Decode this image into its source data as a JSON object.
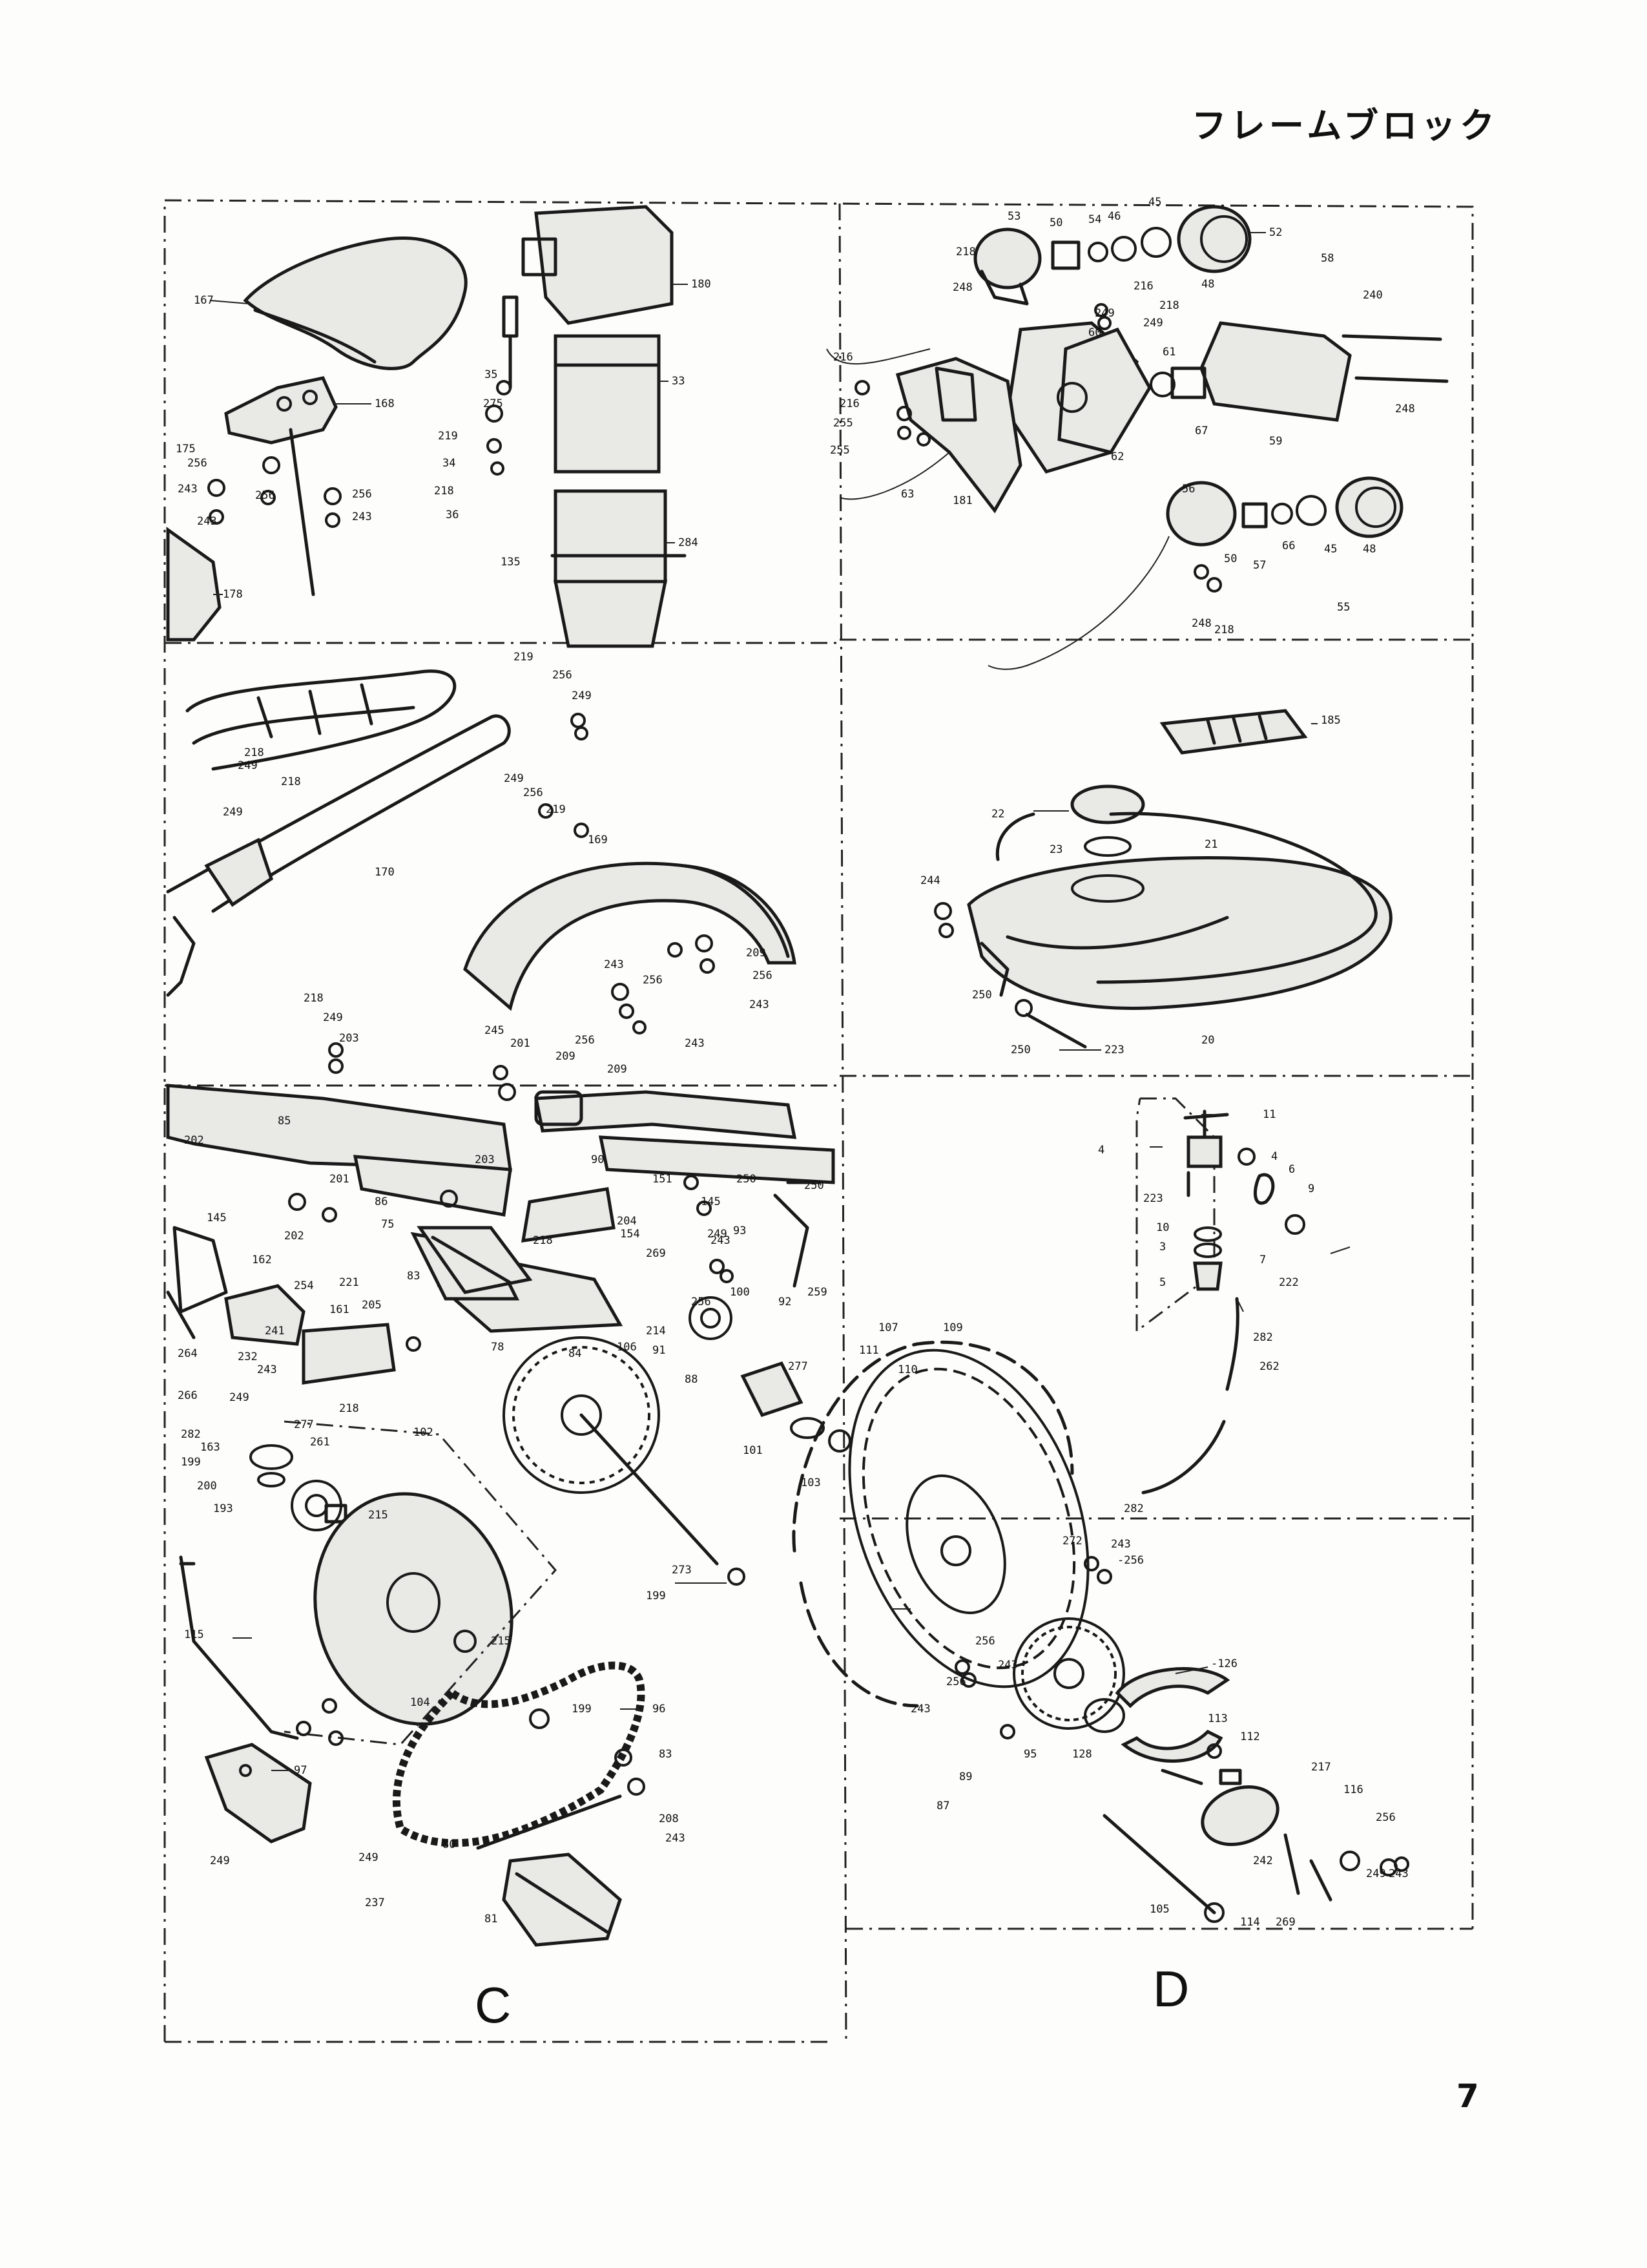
{
  "header": {
    "title": "フレームブロック"
  },
  "footer": {
    "page_number": "7"
  },
  "sections": {
    "left": "C",
    "right": "D"
  },
  "callouts": [
    {
      "id": "seat",
      "label": "167"
    },
    {
      "id": "bracket",
      "label": "168"
    },
    {
      "id": "l175",
      "label": "175"
    },
    {
      "id": "l256a",
      "label": "256"
    },
    {
      "id": "l256b",
      "label": "256"
    },
    {
      "id": "l243a",
      "label": "243"
    },
    {
      "id": "l243b",
      "label": "243"
    },
    {
      "id": "l256c",
      "label": "256"
    },
    {
      "id": "l243c",
      "label": "243"
    },
    {
      "id": "frame-rear",
      "label": "178"
    },
    {
      "id": "battery-case",
      "label": "180"
    },
    {
      "id": "fuse",
      "label": "35"
    },
    {
      "id": "battery",
      "label": "33"
    },
    {
      "id": "l275",
      "label": "275"
    },
    {
      "id": "l219a",
      "label": "219"
    },
    {
      "id": "l34",
      "label": "34"
    },
    {
      "id": "l218a",
      "label": "218"
    },
    {
      "id": "l36",
      "label": "36"
    },
    {
      "id": "l135",
      "label": "135"
    },
    {
      "id": "toolbox",
      "label": "284"
    },
    {
      "id": "l53",
      "label": "53"
    },
    {
      "id": "l50a",
      "label": "50"
    },
    {
      "id": "l54",
      "label": "54"
    },
    {
      "id": "l46",
      "label": "46"
    },
    {
      "id": "l45a",
      "label": "45"
    },
    {
      "id": "l52",
      "label": "52"
    },
    {
      "id": "l218b",
      "label": "218"
    },
    {
      "id": "l248a",
      "label": "248"
    },
    {
      "id": "l48a",
      "label": "48"
    },
    {
      "id": "l58",
      "label": "58"
    },
    {
      "id": "l216a",
      "label": "216"
    },
    {
      "id": "l249a",
      "label": "249"
    },
    {
      "id": "l218c",
      "label": "218"
    },
    {
      "id": "l249b",
      "label": "249"
    },
    {
      "id": "l240",
      "label": "240"
    },
    {
      "id": "l60",
      "label": "60"
    },
    {
      "id": "l61",
      "label": "61"
    },
    {
      "id": "l216b",
      "label": "216"
    },
    {
      "id": "l216c",
      "label": "216"
    },
    {
      "id": "l255a",
      "label": "255"
    },
    {
      "id": "l255b",
      "label": "255"
    },
    {
      "id": "l63",
      "label": "63"
    },
    {
      "id": "l181",
      "label": "181"
    },
    {
      "id": "l62",
      "label": "62"
    },
    {
      "id": "l67",
      "label": "67"
    },
    {
      "id": "l59",
      "label": "59"
    },
    {
      "id": "l248b",
      "label": "248"
    },
    {
      "id": "l56",
      "label": "56"
    },
    {
      "id": "l50b",
      "label": "50"
    },
    {
      "id": "l57",
      "label": "57"
    },
    {
      "id": "l66",
      "label": "66"
    },
    {
      "id": "l45b",
      "label": "45"
    },
    {
      "id": "l48b",
      "label": "48"
    },
    {
      "id": "l248c",
      "label": "248"
    },
    {
      "id": "l218d",
      "label": "218"
    },
    {
      "id": "l55",
      "label": "55"
    },
    {
      "id": "l219b",
      "label": "219"
    },
    {
      "id": "l256d",
      "label": "256"
    },
    {
      "id": "l249c",
      "label": "249"
    },
    {
      "id": "l218e",
      "label": "218"
    },
    {
      "id": "l249d",
      "label": "249"
    },
    {
      "id": "l218f",
      "label": "218"
    },
    {
      "id": "l249e",
      "label": "249"
    },
    {
      "id": "l249f",
      "label": "249"
    },
    {
      "id": "l256e",
      "label": "256"
    },
    {
      "id": "l219c",
      "label": "219"
    },
    {
      "id": "l170",
      "label": "170"
    },
    {
      "id": "l169",
      "label": "169"
    },
    {
      "id": "l185",
      "label": "185"
    },
    {
      "id": "l22",
      "label": "22"
    },
    {
      "id": "l21",
      "label": "21"
    },
    {
      "id": "l23",
      "label": "23"
    },
    {
      "id": "l244",
      "label": "244"
    },
    {
      "id": "l209a",
      "label": "209"
    },
    {
      "id": "l256f",
      "label": "256"
    },
    {
      "id": "l243d",
      "label": "243"
    },
    {
      "id": "l243e",
      "label": "243"
    },
    {
      "id": "l256g",
      "label": "256"
    },
    {
      "id": "l250a",
      "label": "250"
    },
    {
      "id": "l218g",
      "label": "218"
    },
    {
      "id": "l249g",
      "label": "249"
    },
    {
      "id": "l203a",
      "label": "203"
    },
    {
      "id": "l209b",
      "label": "209"
    },
    {
      "id": "l256h",
      "label": "256"
    },
    {
      "id": "l243f",
      "label": "243"
    },
    {
      "id": "l245",
      "label": "245"
    },
    {
      "id": "l201a",
      "label": "201"
    },
    {
      "id": "l209c",
      "label": "209"
    },
    {
      "id": "l20",
      "label": "20"
    },
    {
      "id": "l250b",
      "label": "250"
    },
    {
      "id": "l223a",
      "label": "223"
    },
    {
      "id": "l11",
      "label": "11"
    },
    {
      "id": "l4a",
      "label": "4"
    },
    {
      "id": "l4b",
      "label": "4"
    },
    {
      "id": "l6",
      "label": "6"
    },
    {
      "id": "l9",
      "label": "9"
    },
    {
      "id": "l223b",
      "label": "223"
    },
    {
      "id": "l10",
      "label": "10"
    },
    {
      "id": "l3",
      "label": "3"
    },
    {
      "id": "l7",
      "label": "7"
    },
    {
      "id": "l5",
      "label": "5"
    },
    {
      "id": "l222",
      "label": "222"
    },
    {
      "id": "l85",
      "label": "85"
    },
    {
      "id": "l202a",
      "label": "202"
    },
    {
      "id": "l90",
      "label": "90"
    },
    {
      "id": "l201b",
      "label": "201"
    },
    {
      "id": "l86",
      "label": "86"
    },
    {
      "id": "l202b",
      "label": "202"
    },
    {
      "id": "l203b",
      "label": "203"
    },
    {
      "id": "l249h",
      "label": "249"
    },
    {
      "id": "l151",
      "label": "151"
    },
    {
      "id": "l145a",
      "label": "145"
    },
    {
      "id": "l250c",
      "label": "250"
    },
    {
      "id": "l250d",
      "label": "250"
    },
    {
      "id": "l93",
      "label": "93"
    },
    {
      "id": "l145b",
      "label": "145"
    },
    {
      "id": "l75",
      "label": "75"
    },
    {
      "id": "l218h",
      "label": "218"
    },
    {
      "id": "l204",
      "label": "204"
    },
    {
      "id": "l154",
      "label": "154"
    },
    {
      "id": "l269a",
      "label": "269"
    },
    {
      "id": "l249i",
      "label": "249"
    },
    {
      "id": "l243g",
      "label": "243"
    },
    {
      "id": "l92",
      "label": "92"
    },
    {
      "id": "l259",
      "label": "259"
    },
    {
      "id": "l162",
      "label": "162"
    },
    {
      "id": "l221",
      "label": "221"
    },
    {
      "id": "l83a",
      "label": "83"
    },
    {
      "id": "l254",
      "label": "254"
    },
    {
      "id": "l161",
      "label": "161"
    },
    {
      "id": "l205",
      "label": "205"
    },
    {
      "id": "l78",
      "label": "78"
    },
    {
      "id": "l84",
      "label": "84"
    },
    {
      "id": "l256i",
      "label": "256"
    },
    {
      "id": "l100",
      "label": "100"
    },
    {
      "id": "l214",
      "label": "214"
    },
    {
      "id": "l106",
      "label": "106"
    },
    {
      "id": "l91",
      "label": "91"
    },
    {
      "id": "l107",
      "label": "107"
    },
    {
      "id": "l109",
      "label": "109"
    },
    {
      "id": "l111",
      "label": "111"
    },
    {
      "id": "l110",
      "label": "110"
    },
    {
      "id": "l282a",
      "label": "282"
    },
    {
      "id": "l262",
      "label": "262"
    },
    {
      "id": "l241",
      "label": "241"
    },
    {
      "id": "l264",
      "label": "264"
    },
    {
      "id": "l232",
      "label": "232"
    },
    {
      "id": "l243h",
      "label": "243"
    },
    {
      "id": "l218i",
      "label": "218"
    },
    {
      "id": "l266",
      "label": "266"
    },
    {
      "id": "l249j",
      "label": "249"
    },
    {
      "id": "l277a",
      "label": "277"
    },
    {
      "id": "l261",
      "label": "261"
    },
    {
      "id": "l282b",
      "label": "282"
    },
    {
      "id": "l163",
      "label": "163"
    },
    {
      "id": "l199a",
      "label": "199"
    },
    {
      "id": "l200",
      "label": "200"
    },
    {
      "id": "l193",
      "label": "193"
    },
    {
      "id": "l215a",
      "label": "215"
    },
    {
      "id": "l102",
      "label": "102"
    },
    {
      "id": "l88",
      "label": "88"
    },
    {
      "id": "l277b",
      "label": "277"
    },
    {
      "id": "l101",
      "label": "101"
    },
    {
      "id": "l103",
      "label": "103"
    },
    {
      "id": "l282c",
      "label": "282"
    },
    {
      "id": "l272",
      "label": "272"
    },
    {
      "id": "l243i",
      "label": "243"
    },
    {
      "id": "l256j",
      "label": "-256"
    },
    {
      "id": "l273",
      "label": "273"
    },
    {
      "id": "l199b",
      "label": "199"
    },
    {
      "id": "l115",
      "label": "115"
    },
    {
      "id": "l215b",
      "label": "215"
    },
    {
      "id": "l104",
      "label": "104"
    },
    {
      "id": "l199c",
      "label": "199"
    },
    {
      "id": "l96",
      "label": "96"
    },
    {
      "id": "l83b",
      "label": "83"
    },
    {
      "id": "l97",
      "label": "97"
    },
    {
      "id": "l208",
      "label": "208"
    },
    {
      "id": "l243j",
      "label": "243"
    },
    {
      "id": "l80",
      "label": "80"
    },
    {
      "id": "l81",
      "label": "81"
    },
    {
      "id": "l249k",
      "label": "249"
    },
    {
      "id": "l249l",
      "label": "249"
    },
    {
      "id": "l237",
      "label": "237"
    },
    {
      "id": "l256k",
      "label": "256"
    },
    {
      "id": "l243k",
      "label": "243"
    },
    {
      "id": "l256l",
      "label": "256"
    },
    {
      "id": "l243l",
      "label": "243"
    },
    {
      "id": "l95",
      "label": "95"
    },
    {
      "id": "l128",
      "label": "128"
    },
    {
      "id": "l126",
      "label": "-126"
    },
    {
      "id": "l113",
      "label": "113"
    },
    {
      "id": "l112",
      "label": "112"
    },
    {
      "id": "l89",
      "label": "89"
    },
    {
      "id": "l87",
      "label": "87"
    },
    {
      "id": "l217",
      "label": "217"
    },
    {
      "id": "l116",
      "label": "116"
    },
    {
      "id": "l256m",
      "label": "256"
    },
    {
      "id": "l242",
      "label": "242"
    },
    {
      "id": "l249m",
      "label": "249"
    },
    {
      "id": "l243m",
      "label": "243"
    },
    {
      "id": "l105",
      "label": "105"
    },
    {
      "id": "l114",
      "label": "114"
    },
    {
      "id": "l269b",
      "label": "269"
    }
  ]
}
